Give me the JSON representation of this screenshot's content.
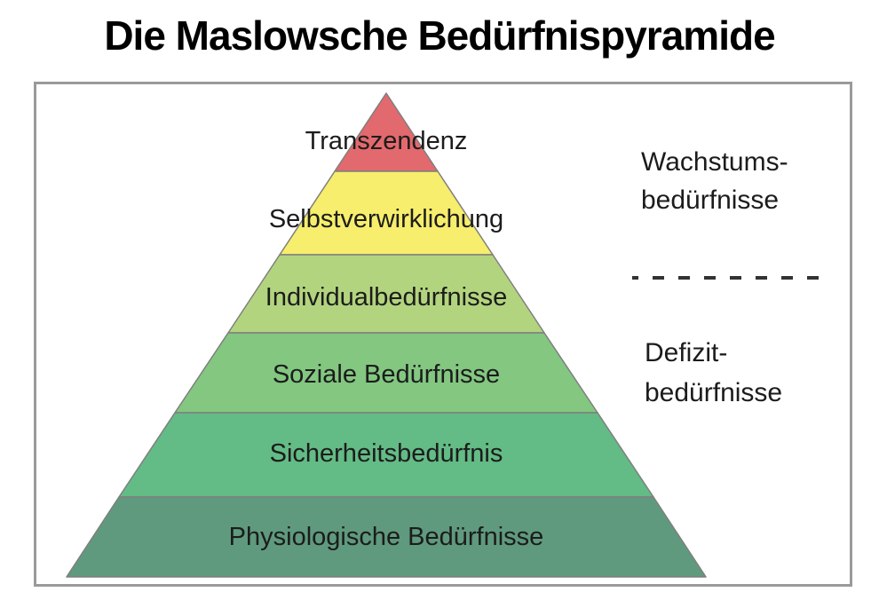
{
  "title": "Die Maslowsche Bedürfnispyramide",
  "pyramid": {
    "levels": [
      {
        "rank": 1,
        "label": "Transzendenz",
        "color": "#e2696d"
      },
      {
        "rank": 2,
        "label": "Selbstverwirklichung",
        "color": "#f6ee6c"
      },
      {
        "rank": 3,
        "label": "Individualbedürfnisse",
        "color": "#b3d47e"
      },
      {
        "rank": 4,
        "label": "Soziale Bedürfnisse",
        "color": "#83c781"
      },
      {
        "rank": 5,
        "label": "Sicherheitsbedürfnis",
        "color": "#63bb85"
      },
      {
        "rank": 6,
        "label": "Physiologische Bedürfnisse",
        "color": "#5f9a7e"
      }
    ]
  },
  "annotations": {
    "growth": {
      "line1": "Wachstums-",
      "line2": "bedürfnisse"
    },
    "deficit": {
      "line1": "Defizit-",
      "line2": "bedürfnisse"
    }
  },
  "colors": {
    "box_border": "#9a9a9a",
    "segment_stroke": "#7f7f7f",
    "divider": "#333333",
    "text": "#1c1c1c"
  }
}
